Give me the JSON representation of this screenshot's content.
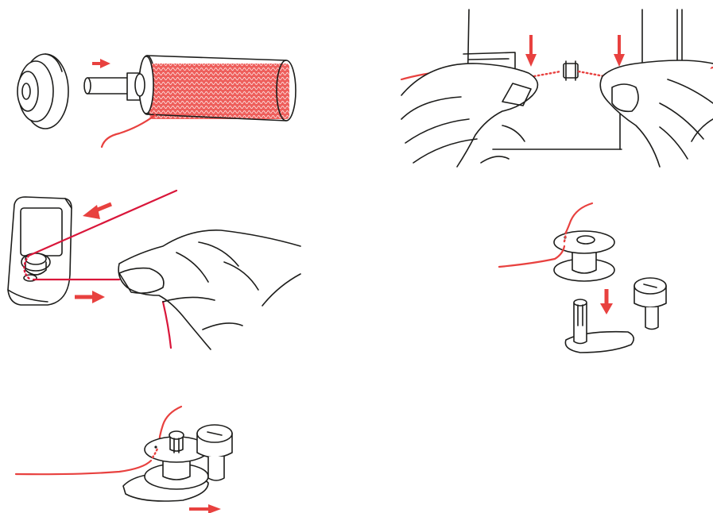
{
  "colors": {
    "thread": "#e8413f",
    "thread_dark": "#d9163a",
    "arrow": "#e8413f",
    "ink": "#1d1d1b",
    "background": "#ffffff"
  },
  "steps": [
    {
      "id": 1,
      "depicts": [
        "spool-cap-icon",
        "thread-spool-icon",
        "arrow-right-icon"
      ]
    },
    {
      "id": 2,
      "depicts": [
        "hands-icon",
        "thread-guide-icon",
        "arrow-down-icon"
      ]
    },
    {
      "id": 3,
      "depicts": [
        "tension-disc-icon",
        "hand-icon",
        "arrow-left-icon",
        "arrow-right-icon"
      ]
    },
    {
      "id": 4,
      "depicts": [
        "bobbin-icon",
        "bobbin-spindle-icon",
        "bobbin-stop-icon",
        "arrow-down-icon"
      ]
    },
    {
      "id": 5,
      "depicts": [
        "bobbin-on-spindle-icon",
        "bobbin-stop-icon",
        "arrow-right-icon"
      ]
    }
  ]
}
